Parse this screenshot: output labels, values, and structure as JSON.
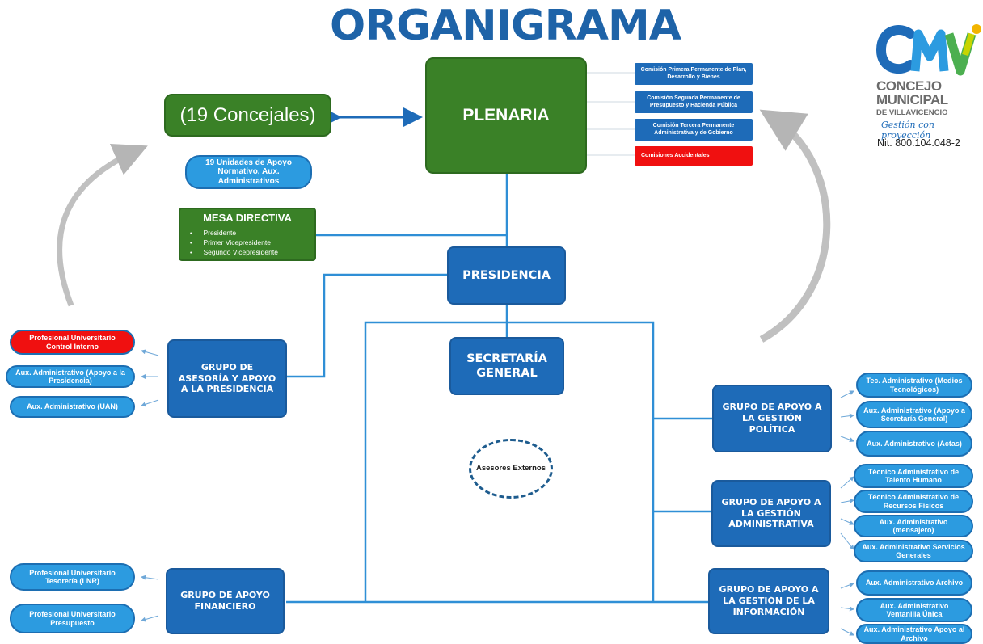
{
  "title": "ORGANIGRAMA",
  "logo": {
    "mark": "CMV",
    "line1": "CONCEJO",
    "line2": "MUNICIPAL",
    "line3": "DE VILLAVICENCIO",
    "slogan": "Gestión con proyección",
    "nit": "Nit. 800.104.048-2",
    "colors": [
      "#1e6bb8",
      "#2c9be0",
      "#4caf50",
      "#c8d400",
      "#f2b400"
    ]
  },
  "concejales": "(19 Concejales)",
  "plenaria": "PLENARIA",
  "unidades": "19 Unidades de Apoyo Normativo, Aux. Administrativos",
  "mesa": {
    "title": "MESA DIRECTIVA",
    "items": [
      "Presidente",
      "Primer Vicepresidente",
      "Segundo Vicepresidente"
    ]
  },
  "comisiones": [
    "Comisión Primera Permanente de Plan, Desarrollo y Bienes",
    "Comisión Segunda Permanente de Presupuesto y Hacienda Pública",
    "Comisión Tercera Permanente Administrativa y de Gobierno",
    "Comisiones Accidentales"
  ],
  "presidencia": "PRESIDENCIA",
  "secretaria": "SECRETARÍA GENERAL",
  "asesores": "Asesores Externos",
  "grupos": {
    "asesoria": "GRUPO DE ASESORÍA Y APOYO A LA PRESIDENCIA",
    "financiero": "GRUPO DE APOYO FINANCIERO",
    "politica": "GRUPO DE APOYO A LA GESTIÓN POLÍTICA",
    "administrativa": "GRUPO DE APOYO A LA GESTIÓN ADMINISTRATIVA",
    "informacion": "GRUPO DE APOYO A LA GESTIÓN DE LA INFORMACIÓN"
  },
  "left_pills": {
    "control": "Profesional Universitario Control Interno",
    "aux_presidencia": "Aux. Administrativo (Apoyo a la Presidencia)",
    "aux_uan": "Aux. Administrativo (UAN)",
    "tesoreria": "Profesional Universitario Tesorería (LNR)",
    "presupuesto": "Profesional Universitario Presupuesto"
  },
  "right_pills": {
    "politica": [
      "Tec. Administrativo (Medios Tecnológicos)",
      "Aux. Administrativo (Apoyo a Secretaría General)",
      "Aux. Administrativo (Actas)"
    ],
    "administrativa": [
      "Técnico Administrativo de Talento Humano",
      "Técnico Administrativo de Recursos Físicos",
      "Aux. Administrativo (mensajero)",
      "Aux. Administrativo Servicios Generales"
    ],
    "informacion": [
      "Aux. Administrativo Archivo",
      "Aux. Administrativo Ventanilla Única",
      "Aux. Administrativo Apoyo al Archivo"
    ]
  }
}
